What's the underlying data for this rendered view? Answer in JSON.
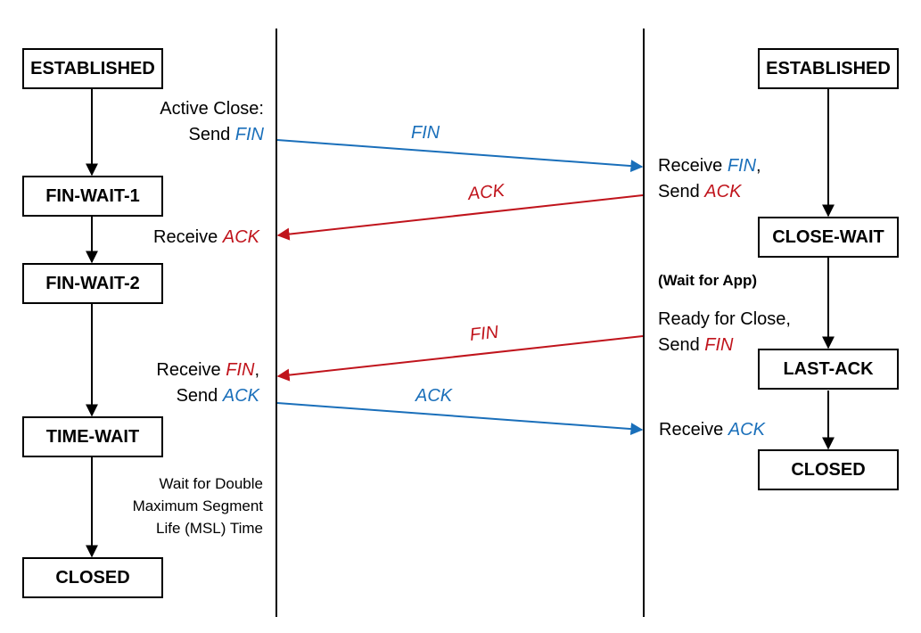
{
  "colors": {
    "blue": "#1a6fba",
    "red": "#c0141c",
    "black": "#000000"
  },
  "client": {
    "states": [
      "ESTABLISHED",
      "FIN-WAIT-1",
      "FIN-WAIT-2",
      "TIME-WAIT",
      "CLOSED"
    ],
    "active_close": {
      "line1": "Active Close:",
      "send_word": "Send",
      "send_msg": "FIN"
    },
    "receive_ack": {
      "word": "Receive",
      "msg": "ACK"
    },
    "receive_fin_send_ack": {
      "line1_word": "Receive",
      "line1_msg": "FIN",
      "line1_comma": ",",
      "line2_word": "Send",
      "line2_msg": "ACK"
    },
    "wait_note": [
      "Wait for Double",
      "Maximum Segment",
      "Life (MSL) Time"
    ]
  },
  "server": {
    "states": [
      "ESTABLISHED",
      "CLOSE-WAIT",
      "LAST-ACK",
      "CLOSED"
    ],
    "receive_fin_send_ack": {
      "line1_word": "Receive",
      "line1_msg": "FIN",
      "line1_comma": ",",
      "line2_word": "Send",
      "line2_msg": "ACK"
    },
    "wait_for_app": "(Wait for App)",
    "ready_for_close": {
      "line1": "Ready for Close,",
      "line2_word": "Send",
      "line2_msg": "FIN"
    },
    "receive_ack": {
      "word": "Receive",
      "msg": "ACK"
    }
  },
  "messages": [
    "FIN",
    "ACK",
    "FIN",
    "ACK"
  ]
}
